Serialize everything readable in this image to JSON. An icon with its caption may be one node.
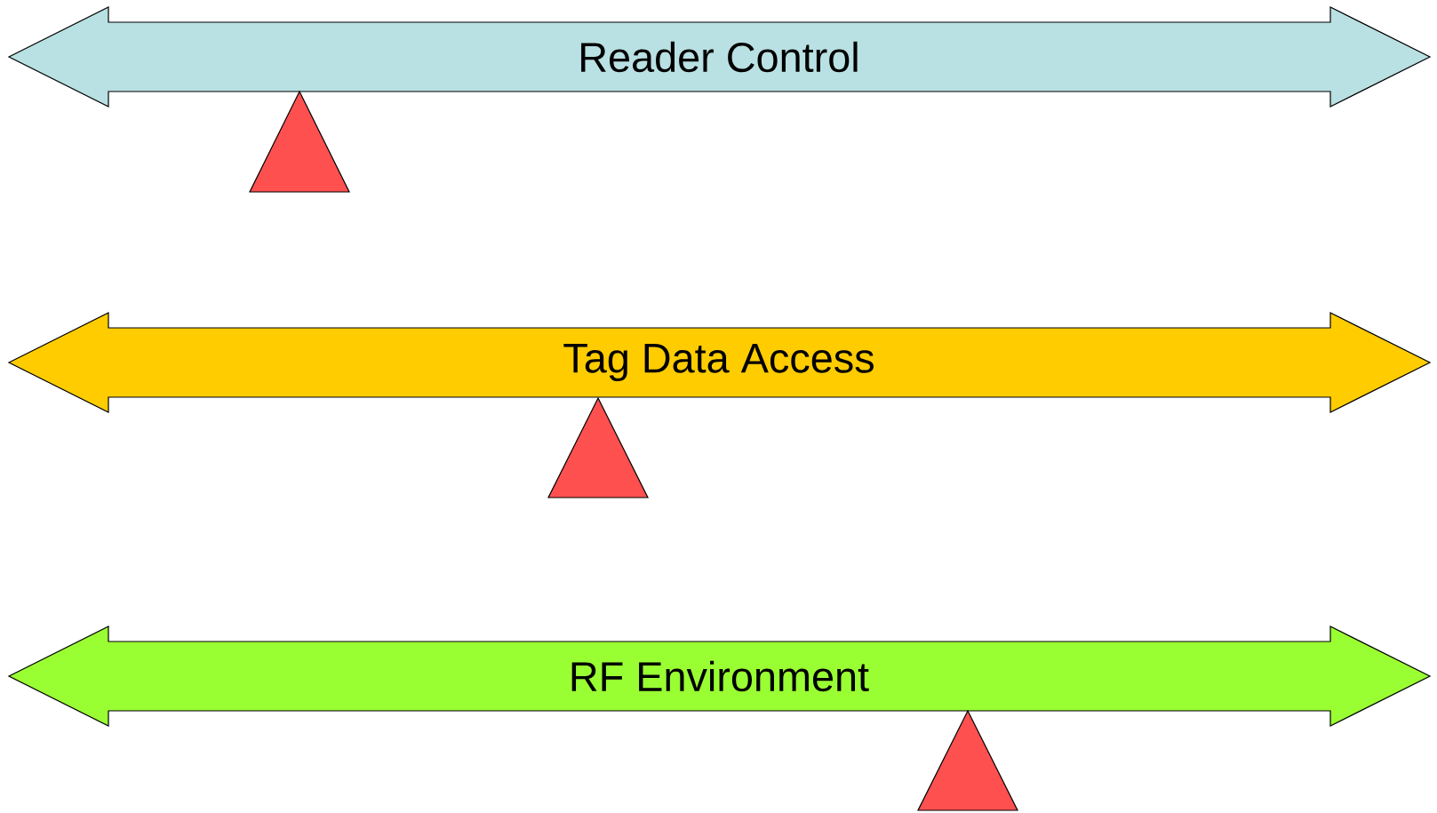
{
  "diagram": {
    "nodes": [
      {
        "text": [
          "Reader Control"
        ]
      },
      {
        "text": [
          "Tag Data Access"
        ]
      },
      {
        "text": [
          "RF Environment"
        ]
      },
      {
        "text": [],
        "shape": "triangle"
      },
      {
        "text": [],
        "shape": "triangle"
      },
      {
        "text": [],
        "shape": "triangle"
      }
    ]
  }
}
